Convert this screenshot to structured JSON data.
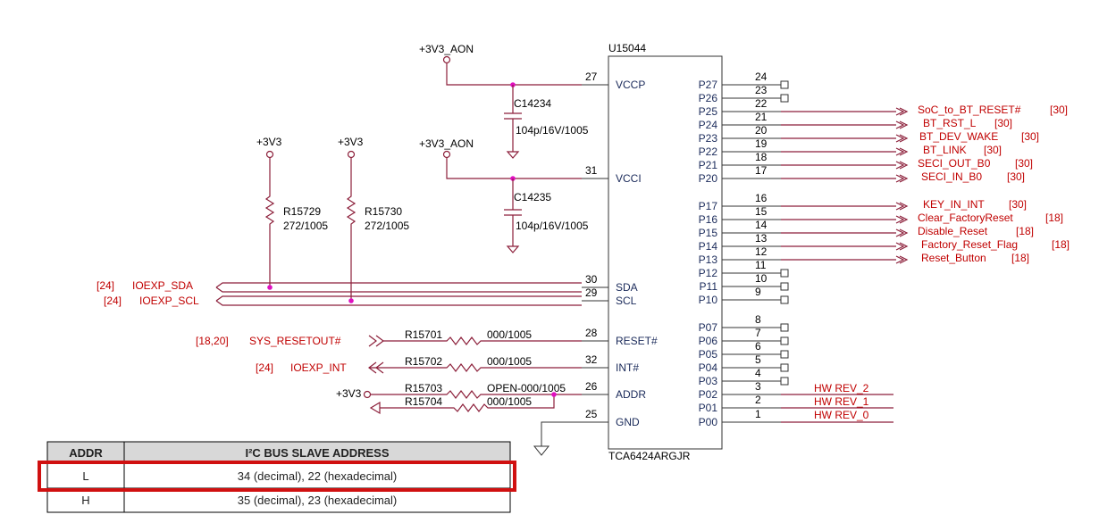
{
  "ic": {
    "ref": "U15044",
    "part": "TCA6424ARGJR",
    "left_pins": [
      {
        "num": "27",
        "name": "VCCP"
      },
      {
        "num": "31",
        "name": "VCCI"
      },
      {
        "num": "30",
        "name": "SDA"
      },
      {
        "num": "29",
        "name": "SCL"
      },
      {
        "num": "28",
        "name": "RESET#"
      },
      {
        "num": "32",
        "name": "INT#"
      },
      {
        "num": "26",
        "name": "ADDR"
      },
      {
        "num": "25",
        "name": "GND"
      }
    ],
    "right_pins": [
      {
        "num": "24",
        "name": "P27"
      },
      {
        "num": "23",
        "name": "P26"
      },
      {
        "num": "22",
        "name": "P25"
      },
      {
        "num": "21",
        "name": "P24"
      },
      {
        "num": "20",
        "name": "P23"
      },
      {
        "num": "19",
        "name": "P22"
      },
      {
        "num": "18",
        "name": "P21"
      },
      {
        "num": "17",
        "name": "P20"
      },
      {
        "num": "16",
        "name": "P17"
      },
      {
        "num": "15",
        "name": "P16"
      },
      {
        "num": "14",
        "name": "P15"
      },
      {
        "num": "13",
        "name": "P14"
      },
      {
        "num": "12",
        "name": "P13"
      },
      {
        "num": "11",
        "name": "P12"
      },
      {
        "num": "10",
        "name": "P11"
      },
      {
        "num": "9",
        "name": "P10"
      },
      {
        "num": "8",
        "name": "P07"
      },
      {
        "num": "7",
        "name": "P06"
      },
      {
        "num": "6",
        "name": "P05"
      },
      {
        "num": "5",
        "name": "P04"
      },
      {
        "num": "4",
        "name": "P03"
      },
      {
        "num": "3",
        "name": "P02"
      },
      {
        "num": "2",
        "name": "P01"
      },
      {
        "num": "1",
        "name": "P00"
      }
    ]
  },
  "power": {
    "aon1": "+3V3_AON",
    "aon2": "+3V3_AON",
    "v3a": "+3V3",
    "v3b": "+3V3",
    "v3c": "+3V3"
  },
  "caps": [
    {
      "ref": "C14234",
      "value": "104p/16V/1005"
    },
    {
      "ref": "C14235",
      "value": "104p/16V/1005"
    }
  ],
  "pullups": [
    {
      "ref": "R15729",
      "value": "272/1005"
    },
    {
      "ref": "R15730",
      "value": "272/1005"
    }
  ],
  "series_res": [
    {
      "ref": "R15701",
      "value": "000/1005"
    },
    {
      "ref": "R15702",
      "value": "000/1005"
    },
    {
      "ref": "R15703",
      "value": "OPEN-000/1005"
    },
    {
      "ref": "R15704",
      "value": "000/1005"
    }
  ],
  "left_nets": [
    {
      "page": "[24]",
      "name": "IOEXP_SDA"
    },
    {
      "page": "[24]",
      "name": "IOEXP_SCL"
    },
    {
      "page": "[18,20]",
      "name": "SYS_RESETOUT#"
    },
    {
      "page": "[24]",
      "name": "IOEXP_INT"
    }
  ],
  "right_nets": [
    {
      "name": "SoC_to_BT_RESET#",
      "page": "[30]"
    },
    {
      "name": "BT_RST_L",
      "page": "[30]"
    },
    {
      "name": "BT_DEV_WAKE",
      "page": "[30]"
    },
    {
      "name": "BT_LINK",
      "page": "[30]"
    },
    {
      "name": "SECI_OUT_B0",
      "page": "[30]"
    },
    {
      "name": "SECI_IN_B0",
      "page": "[30]"
    },
    {
      "name": "KEY_IN_INT",
      "page": "[30]"
    },
    {
      "name": "Clear_FactoryReset",
      "page": "[18]"
    },
    {
      "name": "Disable_Reset",
      "page": "[18]"
    },
    {
      "name": "Factory_Reset_Flag",
      "page": "[18]"
    },
    {
      "name": "Reset_Button",
      "page": "[18]"
    }
  ],
  "hw_rev": [
    "HW REV_2",
    "HW REV_1",
    "HW REV_0"
  ],
  "table": {
    "headers": [
      "ADDR",
      "I²C BUS SLAVE ADDRESS"
    ],
    "rows": [
      {
        "addr": "L",
        "address": "34 (decimal), 22 (hexadecimal)"
      },
      {
        "addr": "H",
        "address": "35 (decimal), 23 (hexadecimal)"
      }
    ],
    "highlight_color": "#d01010"
  }
}
